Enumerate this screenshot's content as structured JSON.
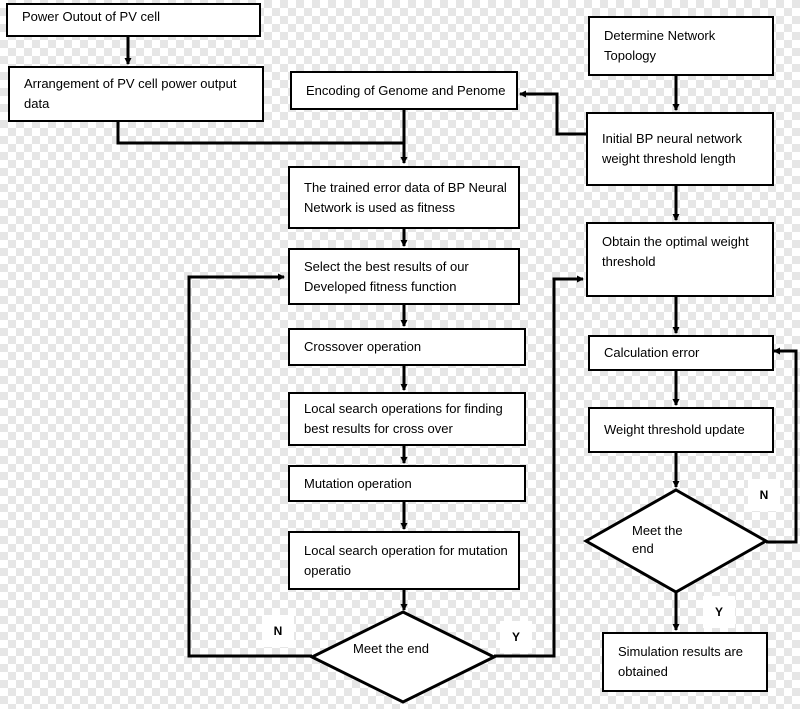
{
  "boxes": {
    "power_output": "Power Outout of PV cell",
    "arrangement": "Arrangement of PV cell power output data",
    "encoding": "Encoding of Genome and Penome",
    "trained_error": "The trained error data of BP Neural Network is used as fitness",
    "select_best": "Select the best results of our Developed fitness function",
    "crossover": "Crossover operation",
    "local_search_cross": "Local search operations for finding best results for cross over",
    "mutation": "Mutation operation",
    "local_search_mut": "Local search operation for mutation operatio",
    "determine_topology": "Determine Network Topology",
    "initial_bp": "Initial BP neural network weight threshold length",
    "optimal_weight": "Obtain the optimal weight threshold",
    "calc_error": "Calculation error",
    "weight_update": "Weight threshold update",
    "simulation": "Simulation results are obtained"
  },
  "decisions": {
    "left": "Meet the end",
    "right": "Meet the end"
  },
  "branch_labels": {
    "left_n": "N",
    "left_y": "Y",
    "right_n": "N",
    "right_y": "Y"
  }
}
